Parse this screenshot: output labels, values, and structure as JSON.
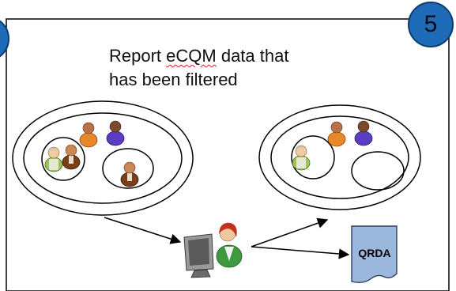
{
  "caption": {
    "line1_before": "Report ",
    "line1_flagged": "eCQM",
    "line1_after": " data that",
    "line2": "has been filtered"
  },
  "step_number": "5",
  "document_label": "QRDA",
  "colors": {
    "badge_fill": "#1e6bb8",
    "badge_border": "#0b3c70",
    "document_fill": "#9bb8dc",
    "frame": "#000000",
    "spellcheck_underline": "#d21f1f"
  },
  "icons": {
    "source_group_people": [
      "person-orange",
      "person-purple",
      "person-green",
      "person-brown",
      "person-brown"
    ],
    "filtered_group_people": [
      "person-orange",
      "person-purple",
      "person-green"
    ],
    "center": "user-at-computer-icon",
    "output": "document-icon"
  }
}
